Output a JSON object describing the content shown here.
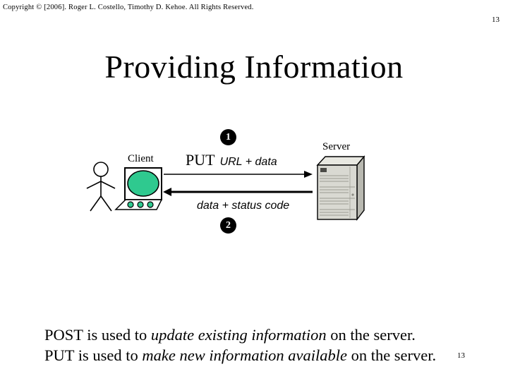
{
  "header": {
    "copyright": "Copyright © [2006].  Roger L. Costello, Timothy D. Kehoe.  All Rights Reserved.",
    "page_number": "13"
  },
  "slide": {
    "title": "Providing Information"
  },
  "diagram": {
    "client_label": "Client",
    "server_label": "Server",
    "step_1_badge": "1",
    "step_2_badge": "2",
    "request_method": "PUT",
    "request_args": "URL + data",
    "response_label": "data + status code"
  },
  "notes": {
    "line1": {
      "prefix": "POST is used to ",
      "emphasis": "update existing information",
      "suffix": " on the server."
    },
    "line2": {
      "prefix": "PUT is used to ",
      "emphasis": "make new information available",
      "suffix": " on the server."
    }
  },
  "footer": {
    "page_number": "13"
  },
  "colors": {
    "screen_green": "#2fc98f",
    "server_gray": "#d9d9d2",
    "badge_black": "#000000"
  }
}
